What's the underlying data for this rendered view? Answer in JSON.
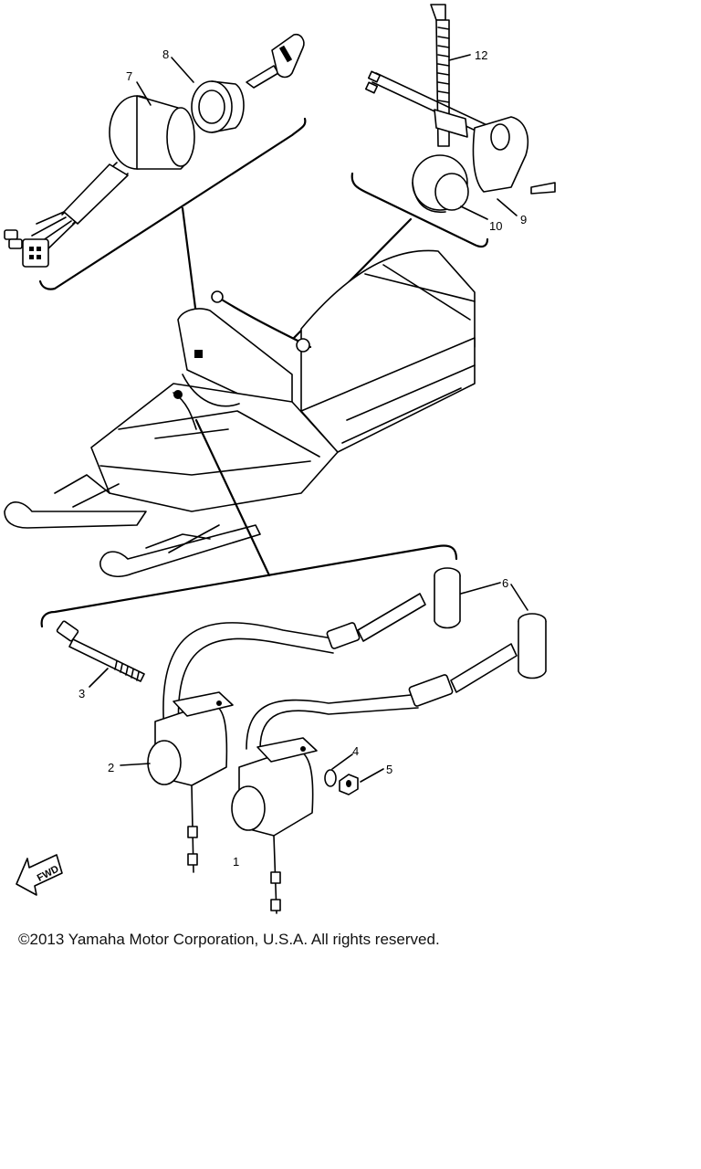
{
  "diagram": {
    "callouts": [
      {
        "id": "c1",
        "text": "1"
      },
      {
        "id": "c2",
        "text": "2"
      },
      {
        "id": "c3",
        "text": "3"
      },
      {
        "id": "c4",
        "text": "4"
      },
      {
        "id": "c5",
        "text": "5"
      },
      {
        "id": "c6",
        "text": "6"
      },
      {
        "id": "c7",
        "text": "7"
      },
      {
        "id": "c8",
        "text": "8"
      },
      {
        "id": "c9",
        "text": "9"
      },
      {
        "id": "c10",
        "text": "10"
      },
      {
        "id": "c12",
        "text": "12"
      }
    ],
    "fwd_arrow": "FWD"
  },
  "footer": {
    "copyright": "©2013 Yamaha Motor Corporation, U.S.A. All rights reserved."
  }
}
